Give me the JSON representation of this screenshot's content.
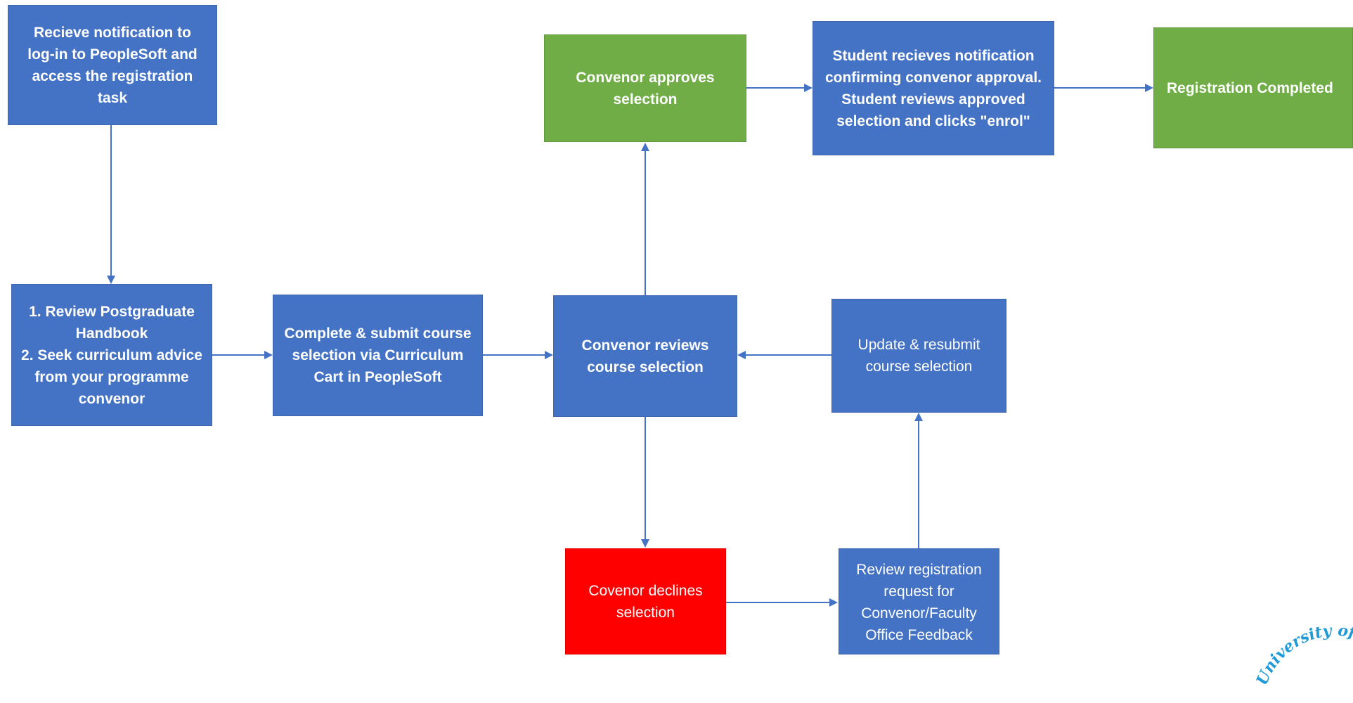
{
  "diagram": {
    "nodes": {
      "notify": {
        "text": "Recieve notification to\nlog-in to PeopleSoft and\naccess the registration\ntask",
        "fill": "#4472c4"
      },
      "review": {
        "text": "1. Review Postgraduate\nHandbook\n2. Seek curriculum advice\nfrom your programme\nconvenor",
        "fill": "#4472c4"
      },
      "submit": {
        "text": "Complete & submit course\nselection via Curriculum\nCart in PeopleSoft",
        "fill": "#4472c4"
      },
      "convenor_reviews": {
        "text": "Convenor reviews\ncourse selection",
        "fill": "#4472c4"
      },
      "approves": {
        "text": "Convenor approves\nselection",
        "fill": "#70ad47"
      },
      "student_notified": {
        "text": "Student recieves notification\nconfirming convenor approval.\nStudent reviews approved\nselection and clicks \"enrol\"",
        "fill": "#4472c4"
      },
      "completed": {
        "text": "Registration Completed",
        "fill": "#70ad47"
      },
      "declines": {
        "text": "Covenor declines\nselection",
        "fill": "#ff0000"
      },
      "review_feedback": {
        "text": "Review registration\nrequest for\nConvenor/Faculty\nOffice Feedback",
        "fill": "#4472c4"
      },
      "resubmit": {
        "text": "Update & resubmit\ncourse selection",
        "fill": "#4472c4"
      }
    },
    "edges": [
      {
        "from": "notify",
        "to": "review"
      },
      {
        "from": "review",
        "to": "submit"
      },
      {
        "from": "submit",
        "to": "convenor_reviews"
      },
      {
        "from": "convenor_reviews",
        "to": "approves"
      },
      {
        "from": "approves",
        "to": "student_notified"
      },
      {
        "from": "student_notified",
        "to": "completed"
      },
      {
        "from": "convenor_reviews",
        "to": "declines"
      },
      {
        "from": "declines",
        "to": "review_feedback"
      },
      {
        "from": "review_feedback",
        "to": "resubmit"
      },
      {
        "from": "resubmit",
        "to": "convenor_reviews"
      }
    ],
    "edge_color": "#4472c4"
  },
  "logo": {
    "text": "University of Cape Town",
    "color": "#1f9ad6"
  }
}
